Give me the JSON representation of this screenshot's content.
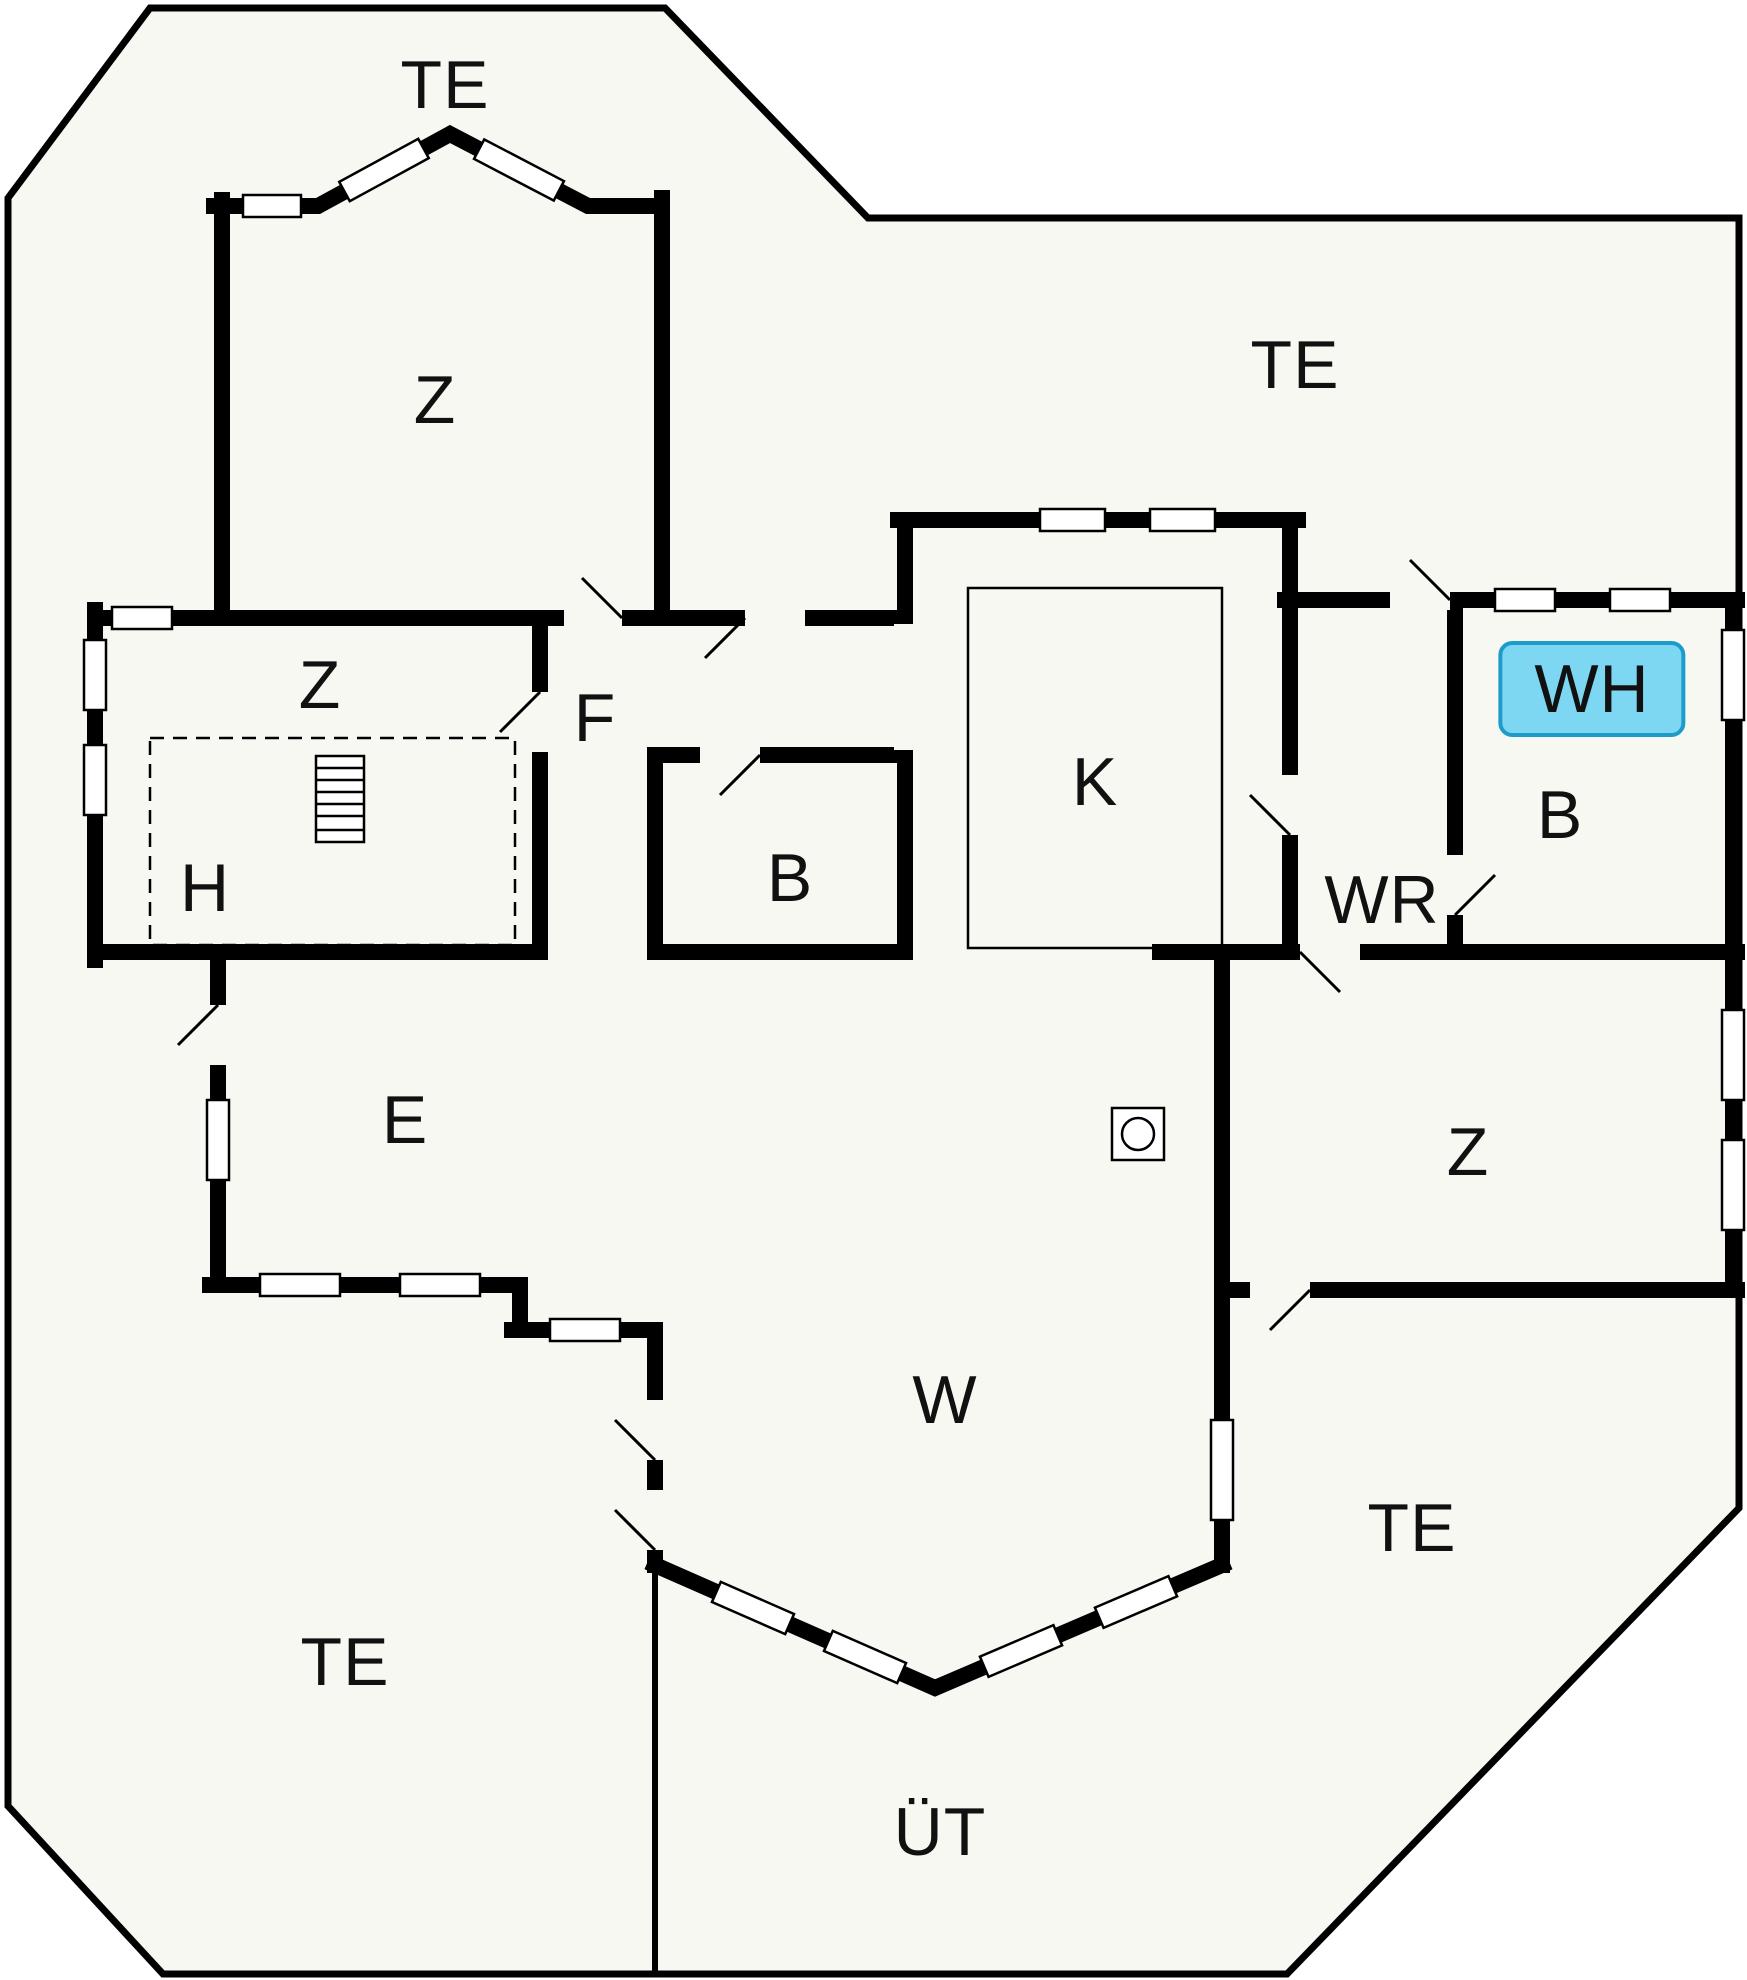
{
  "title": "Floor plan",
  "colors": {
    "wall": "#000000",
    "floor": "#f8f8f3",
    "background": "#ffffff",
    "window_fill": "#ffffff",
    "text": "#111111",
    "highlight_fill": "#7ed7f2",
    "highlight_border": "#1d9cc9"
  },
  "rooms": [
    {
      "id": "terrace-top-left",
      "label": "TE",
      "highlighted": false
    },
    {
      "id": "bedroom-top-left",
      "label": "Z",
      "highlighted": false
    },
    {
      "id": "terrace-top-right",
      "label": "TE",
      "highlighted": false
    },
    {
      "id": "bedroom-mid-left",
      "label": "Z",
      "highlighted": false
    },
    {
      "id": "hallway",
      "label": "F",
      "highlighted": false
    },
    {
      "id": "loft",
      "label": "H",
      "highlighted": false
    },
    {
      "id": "bathroom-left",
      "label": "B",
      "highlighted": false
    },
    {
      "id": "kitchen",
      "label": "K",
      "highlighted": false
    },
    {
      "id": "water-heater",
      "label": "WH",
      "highlighted": true
    },
    {
      "id": "bathroom-right",
      "label": "B",
      "highlighted": false
    },
    {
      "id": "utility-room",
      "label": "WR",
      "highlighted": false
    },
    {
      "id": "entry",
      "label": "E",
      "highlighted": false
    },
    {
      "id": "bedroom-right",
      "label": "Z",
      "highlighted": false
    },
    {
      "id": "living-room",
      "label": "W",
      "highlighted": false
    },
    {
      "id": "terrace-right",
      "label": "TE",
      "highlighted": false
    },
    {
      "id": "terrace-bottom-left",
      "label": "TE",
      "highlighted": false
    },
    {
      "id": "covered-terrace",
      "label": "ÜT",
      "highlighted": false
    }
  ],
  "symbols": {
    "staircase": "stairs-to-loft",
    "stove": "stove-symbol",
    "loft_outline": "dashed-loft-outline",
    "kitchen_outline": "thin-ceiling-outline"
  }
}
